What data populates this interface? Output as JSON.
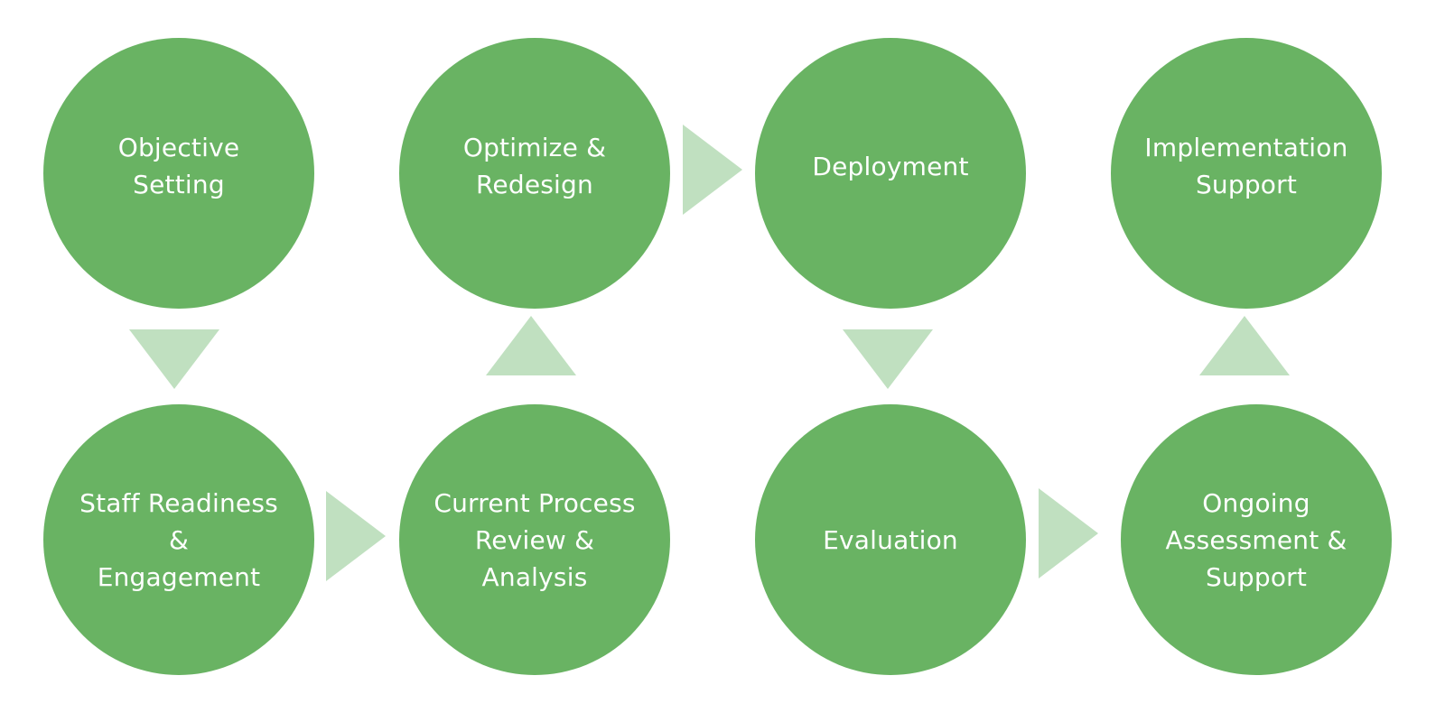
{
  "colors": {
    "circle": "#69b363",
    "arrow": "#c0e0c0",
    "text": "#ffffff",
    "background": "#ffffff"
  },
  "steps": [
    {
      "label": "Objective\nSetting"
    },
    {
      "label": "Staff Readiness\n&\nEngagement"
    },
    {
      "label": "Current Process\nReview &\nAnalysis"
    },
    {
      "label": "Optimize &\nRedesign"
    },
    {
      "label": "Deployment"
    },
    {
      "label": "Evaluation"
    },
    {
      "label": "Ongoing\nAssessment &\nSupport"
    },
    {
      "label": "Implementation\nSupport"
    }
  ],
  "arrows": [
    {
      "from": "Objective Setting",
      "to": "Staff Readiness & Engagement",
      "direction": "down"
    },
    {
      "from": "Staff Readiness & Engagement",
      "to": "Current Process Review & Analysis",
      "direction": "right"
    },
    {
      "from": "Current Process Review & Analysis",
      "to": "Optimize & Redesign",
      "direction": "up"
    },
    {
      "from": "Optimize & Redesign",
      "to": "Deployment",
      "direction": "right"
    },
    {
      "from": "Deployment",
      "to": "Evaluation",
      "direction": "down"
    },
    {
      "from": "Evaluation",
      "to": "Ongoing Assessment & Support",
      "direction": "right"
    },
    {
      "from": "Ongoing Assessment & Support",
      "to": "Implementation Support",
      "direction": "up"
    }
  ]
}
